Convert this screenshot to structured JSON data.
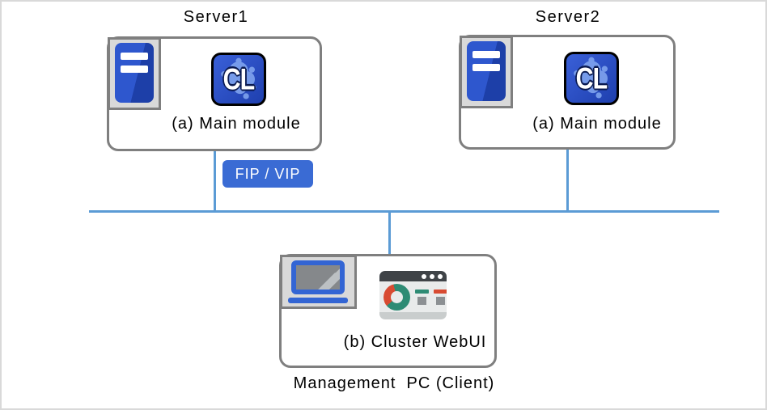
{
  "nodes": {
    "server1": {
      "title": "Server1",
      "module_label": "(a) Main module",
      "app_icon_text": "CL"
    },
    "server2": {
      "title": "Server2",
      "module_label": "(a) Main module",
      "app_icon_text": "CL"
    },
    "management_pc": {
      "module_label": "(b) Cluster WebUI",
      "caption": "Management  PC (Client)"
    }
  },
  "labels": {
    "fip_vip": "FIP / VIP"
  },
  "colors": {
    "line": "#5b9bd5",
    "badge": "#3a6bd4",
    "border": "#7f7f7f",
    "iconbg": "#d9d9d9",
    "towerlight": "#2e57ce",
    "towerdark": "#1d3fa8",
    "cllight": "#3a60d8",
    "cldark": "#1e3fae",
    "clblob": "#7fa3ee",
    "laptopblue": "#3365d4",
    "screengray": "#85888b",
    "titlebar": "#3f4347",
    "browserbody": "#e9ebeb",
    "browserbottom": "#c9cdcd",
    "green": "#2e8b74",
    "red": "#d84b32",
    "statgray": "#8c9093",
    "canvasborder": "#d9d9d9"
  }
}
